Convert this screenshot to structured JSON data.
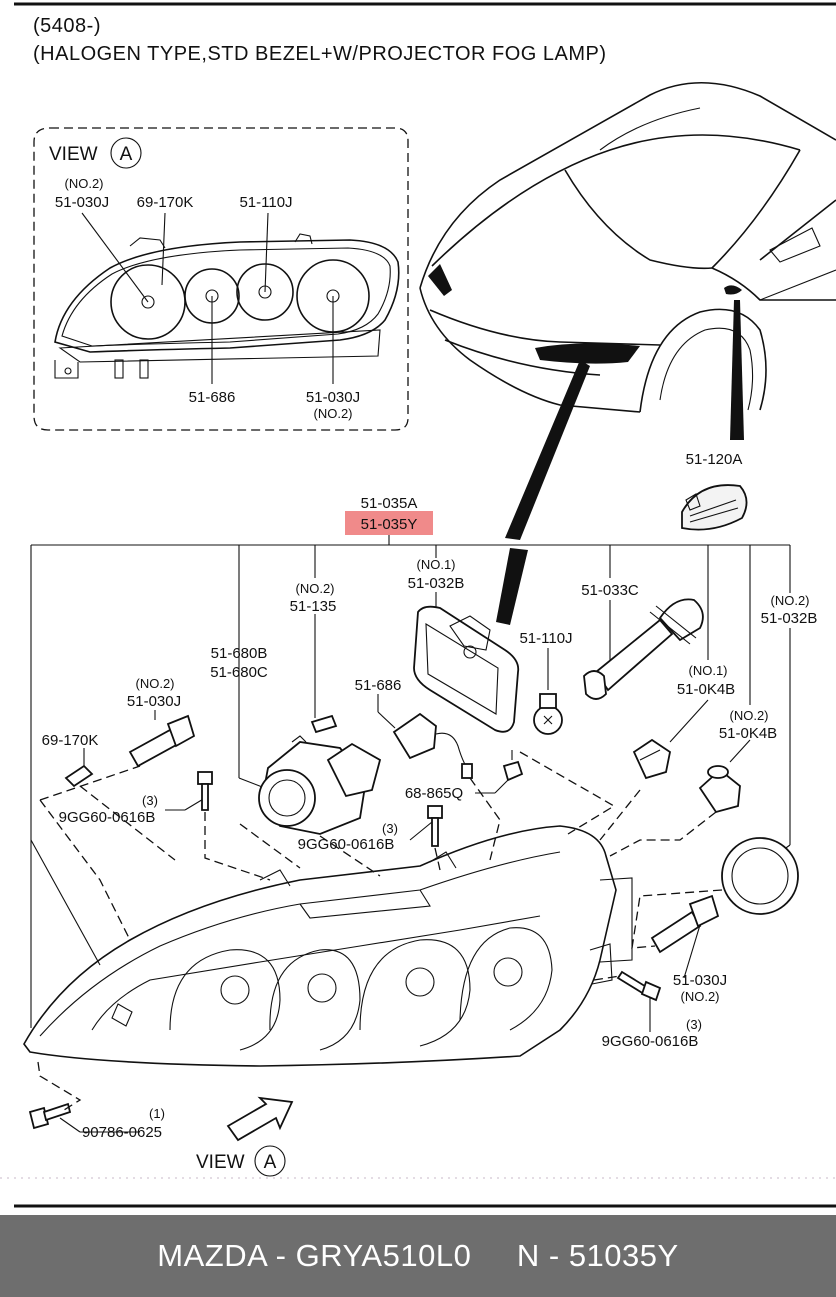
{
  "header": {
    "line1": "(5408-)",
    "line2": "(HALOGEN TYPE,STD BEZEL+W/PROJECTOR FOG LAMP)"
  },
  "view_a": {
    "title": "VIEW",
    "letter": "A"
  },
  "callouts": {
    "inset_no2_a": "(NO.2)",
    "inset_51030J_a": "51-030J",
    "inset_69170K": "69-170K",
    "inset_51110J": "51-110J",
    "inset_51686": "51-686",
    "inset_51030J_b": "51-030J",
    "inset_no2_b": "(NO.2)",
    "c_51120A": "51-120A",
    "c_51035A": "51-035A",
    "c_51035Y": "51-035Y",
    "c_no1_a": "(NO.1)",
    "c_51032B_a": "51-032B",
    "c_no2_a": "(NO.2)",
    "c_51135": "51-135",
    "c_51033C": "51-033C",
    "c_no2_b": "(NO.2)",
    "c_51032B_b": "51-032B",
    "c_51680B": "51-680B",
    "c_51680C": "51-680C",
    "c_51110J": "51-110J",
    "c_no1_b": "(NO.1)",
    "c_510K4B_a": "51-0K4B",
    "c_51686": "51-686",
    "c_no2_c": "(NO.2)",
    "c_51030J_a": "51-030J",
    "c_no2_d": "(NO.2)",
    "c_510K4B_b": "51-0K4B",
    "c_69170K": "69-170K",
    "c_68865Q": "68-865Q",
    "c_qty3_a": "(3)",
    "c_9GG60_a": "9GG60-0616B",
    "c_qty3_b": "(3)",
    "c_9GG60_b": "9GG60-0616B",
    "c_51030J_b": "51-030J",
    "c_no2_e": "(NO.2)",
    "c_qty3_c": "(3)",
    "c_9GG60_c": "9GG60-0616B",
    "c_qty1": "(1)",
    "c_90786": "90786-0625"
  },
  "view_a_bottom": {
    "title": "VIEW",
    "letter": "A"
  },
  "footer": {
    "text": "MAZDA - GRYA510L0     N - 51035Y"
  },
  "colors": {
    "highlight": "#f08a8a",
    "footer_bg": "#6e6e6e"
  }
}
